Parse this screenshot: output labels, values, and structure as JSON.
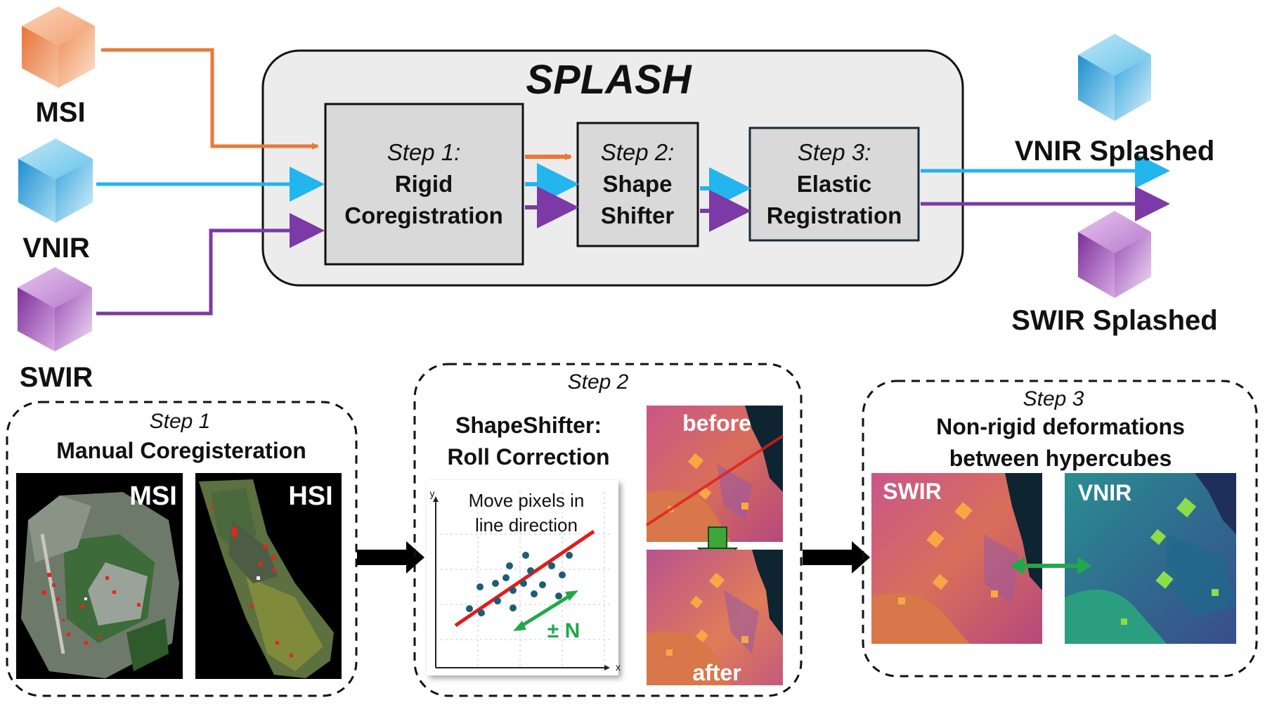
{
  "inputs": {
    "msi": "MSI",
    "vnir": "VNIR",
    "swir": "SWIR"
  },
  "splash": {
    "title": "SPLASH",
    "step1": {
      "label": "Step 1:",
      "line1": "Rigid",
      "line2": "Coregistration"
    },
    "step2": {
      "label": "Step 2:",
      "line1": "Shape",
      "line2": "Shifter"
    },
    "step3": {
      "label": "Step 3:",
      "line1": "Elastic",
      "line2": "Registration"
    }
  },
  "outputs": {
    "vnir": "VNIR Splashed",
    "swir": "SWIR Splashed"
  },
  "panel1": {
    "step": "Step 1",
    "title": "Manual Coregisteration",
    "img_left": "MSI",
    "img_right": "HSI"
  },
  "panel2": {
    "step": "Step 2",
    "title_line1": "ShapeShifter:",
    "title_line2": "Roll Correction",
    "plot_text_line1": "Move pixels in",
    "plot_text_line2": "line direction",
    "axis_y": "y",
    "axis_x": "x",
    "shift": "± N",
    "before": "before",
    "after": "after"
  },
  "panel3": {
    "step": "Step 3",
    "title_line1": "Non-rigid deformations",
    "title_line2": "between hypercubes",
    "img_left": "SWIR",
    "img_right": "VNIR"
  },
  "colors": {
    "msi": "#e87936",
    "vnir": "#22b5ee",
    "swir": "#7b3aa6",
    "fit_line": "#e21b1b",
    "arrow_green": "#22a84a"
  },
  "icons": {
    "cube": "cube-icon",
    "arrow": "right-arrow-icon"
  }
}
